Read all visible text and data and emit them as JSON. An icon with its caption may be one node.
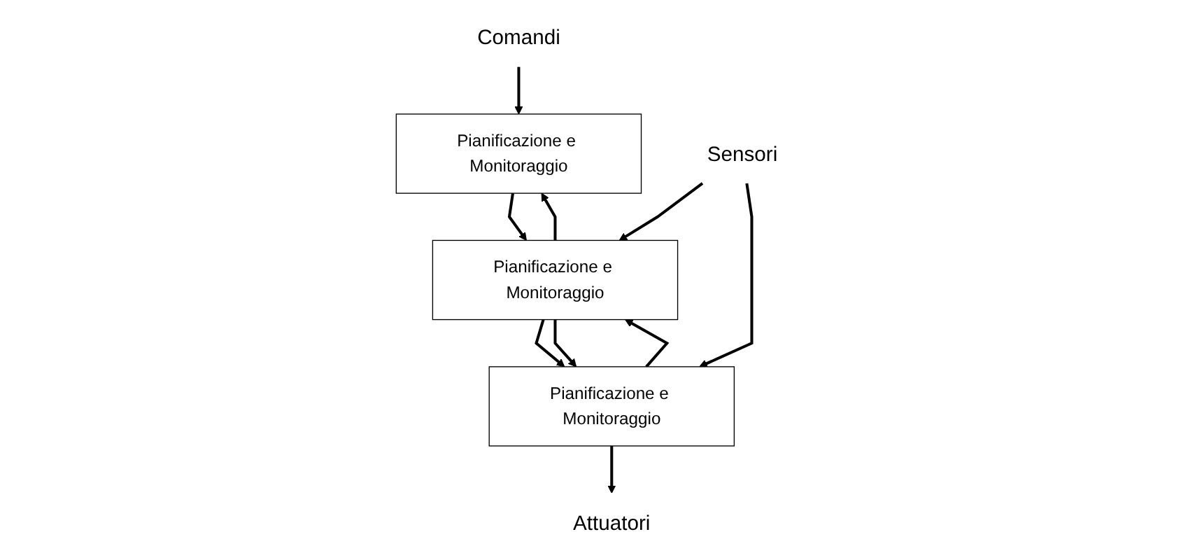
{
  "diagram": {
    "nodes": [
      {
        "text": [
          "Comandi"
        ]
      },
      {
        "text": [
          "Pianificazione e Monitoraggio"
        ]
      },
      {
        "text": [
          "Pianificazione e Monitoraggio"
        ]
      },
      {
        "text": [
          "Pianificazione e Monitoraggio"
        ]
      },
      {
        "text": [
          "Sensori"
        ]
      },
      {
        "text": [
          "Attuatori"
        ]
      }
    ],
    "edges": [
      {
        "from": 0,
        "to": 1,
        "arrow": "to"
      },
      {
        "from": 1,
        "to": 2,
        "arrow": "to"
      },
      {
        "from": 2,
        "to": 1,
        "arrow": "to"
      },
      {
        "from": 4,
        "to": 2,
        "arrow": "to"
      },
      {
        "from": 2,
        "to": 3,
        "arrow": "to"
      },
      {
        "from": 2,
        "to": 3,
        "arrow": "to"
      },
      {
        "from": 3,
        "to": 2,
        "arrow": "to"
      },
      {
        "from": 4,
        "to": 3,
        "arrow": "to"
      },
      {
        "from": 3,
        "to": 5,
        "arrow": "to"
      }
    ]
  }
}
